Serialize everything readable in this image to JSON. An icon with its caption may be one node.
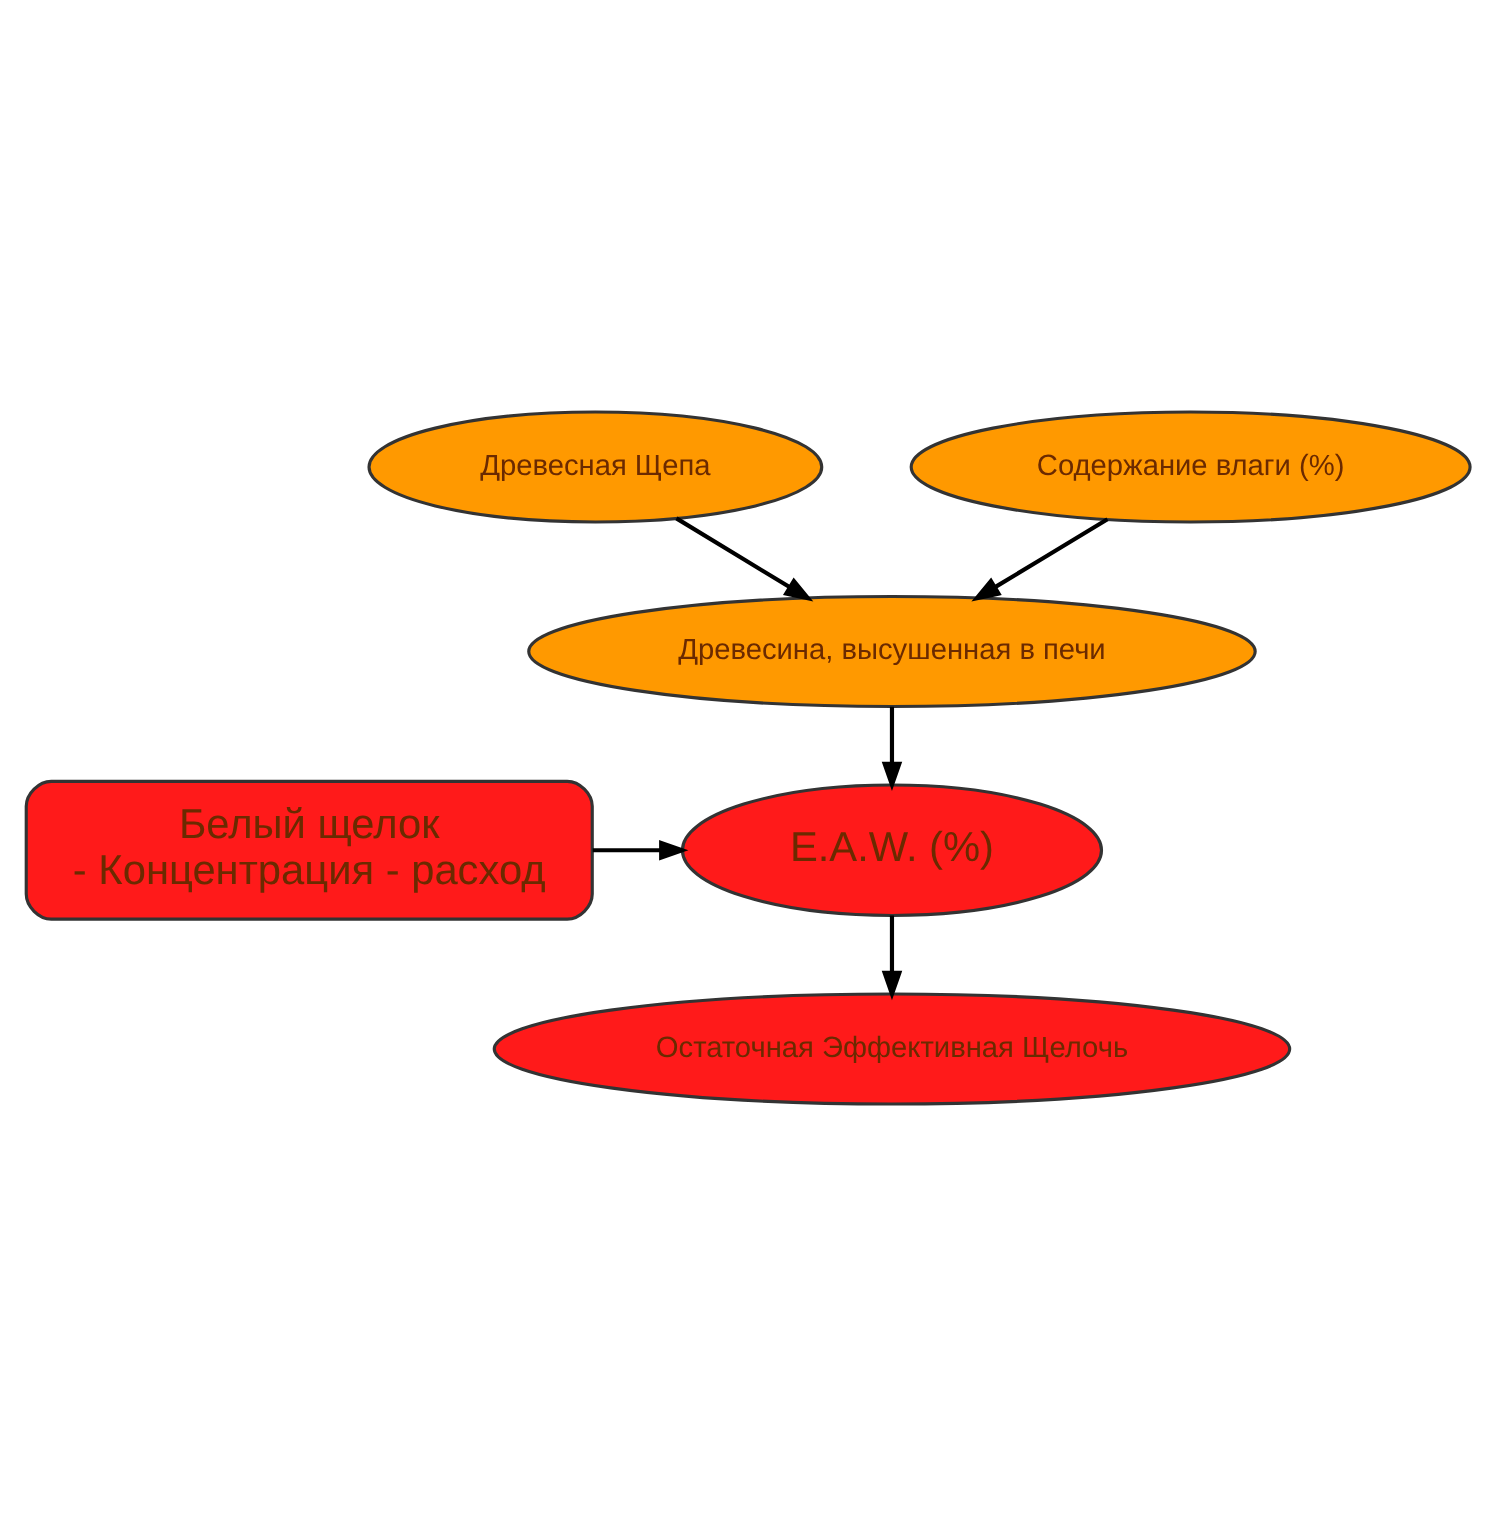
{
  "diagram": {
    "nodes": [
      {
        "text": [
          "Древесная Щепа"
        ]
      },
      {
        "text": [
          "Содержание влаги (%)"
        ]
      },
      {
        "text": [
          "Древесина, высушенная в печи"
        ]
      },
      {
        "text": [
          "Белый щелок",
          "- Концентрация - расход"
        ]
      },
      {
        "text": [
          "E.A.W. (%)"
        ]
      },
      {
        "text": [
          "Остаточная Эффективная Щелочь"
        ]
      }
    ],
    "edges": [
      {
        "from": 0,
        "to": 2,
        "arrow": "to"
      },
      {
        "from": 1,
        "to": 2,
        "arrow": "to"
      },
      {
        "from": 2,
        "to": 4,
        "arrow": "to"
      },
      {
        "from": 3,
        "to": 4,
        "arrow": "to"
      },
      {
        "from": 4,
        "to": 5,
        "arrow": "to"
      }
    ]
  }
}
